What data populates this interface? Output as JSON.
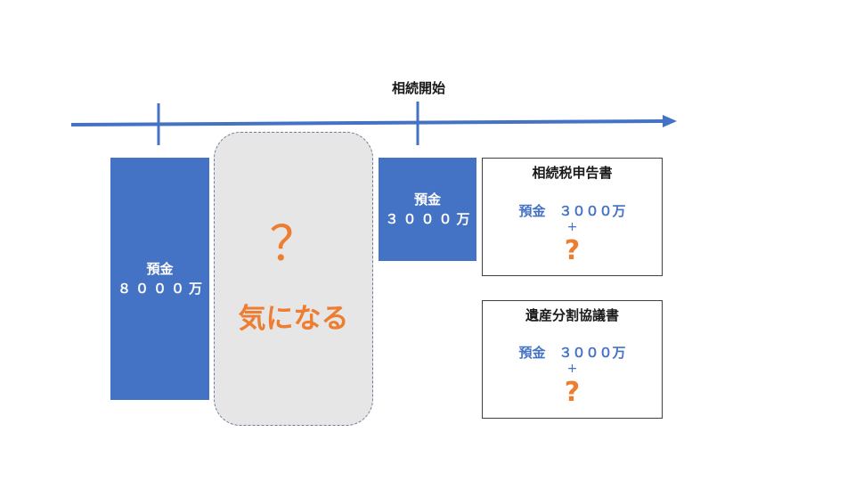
{
  "timeline": {
    "label": "相続開始",
    "line_color": "#4472c4"
  },
  "blocks": {
    "before": {
      "label": "預金",
      "amount": "８０００万"
    },
    "after": {
      "label": "預金",
      "amount": "３０００万"
    }
  },
  "unknown": {
    "mark": "？",
    "text": "気になる",
    "accent_color": "#ed7d31"
  },
  "documents": [
    {
      "title": "相続税申告書",
      "amount": "預金　３０００万",
      "plus": "+",
      "question": "?"
    },
    {
      "title": "遺産分割協議書",
      "amount": "預金　３０００万",
      "plus": "+",
      "question": "?"
    }
  ],
  "colors": {
    "block_blue": "#4472c4",
    "accent_orange": "#ed7d31",
    "unknown_fill": "#e6e6e6"
  }
}
